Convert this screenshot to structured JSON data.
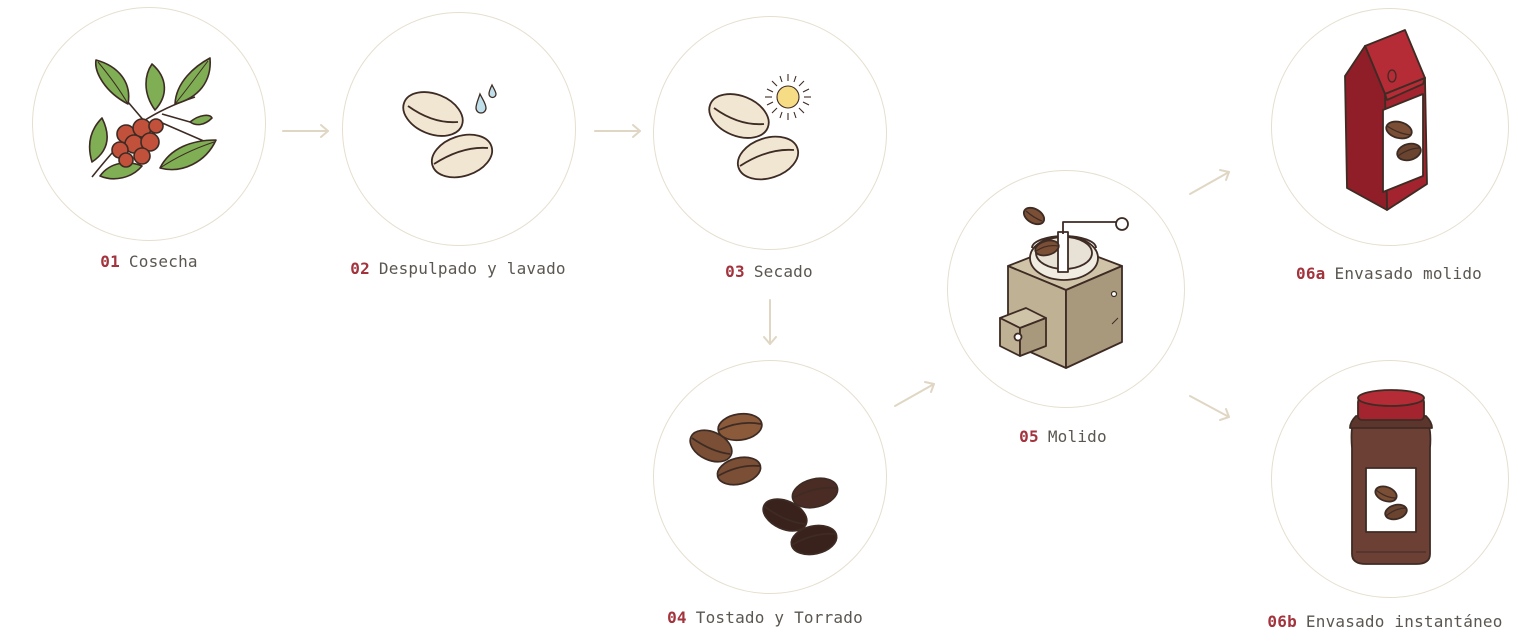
{
  "steps": [
    {
      "id": "01",
      "name": "Cosecha",
      "icon": "coffee-plant-icon"
    },
    {
      "id": "02",
      "name": "Despulpado y lavado",
      "icon": "washed-beans-icon"
    },
    {
      "id": "03",
      "name": "Secado",
      "icon": "drying-beans-sun-icon"
    },
    {
      "id": "04",
      "name": "Tostado y Torrado",
      "icon": "roasted-beans-icon"
    },
    {
      "id": "05",
      "name": "Molido",
      "icon": "coffee-grinder-icon"
    },
    {
      "id": "06a",
      "name": "Envasado molido",
      "icon": "coffee-bag-icon"
    },
    {
      "id": "06b",
      "name": "Envasado instantáneo",
      "icon": "coffee-jar-icon"
    }
  ],
  "colors": {
    "accent": "#a3333c",
    "text": "#5b5650",
    "circle_border": "#e6dfcf",
    "arrow": "#e0d6c4",
    "leaf": "#78a84e",
    "berry": "#c2513c",
    "bean_light": "#f1e6d2",
    "bean_dark": "#4a2c24",
    "sun": "#f7dc86",
    "water": "#bfe0ea",
    "grinder": "#bfb193",
    "package_red": "#a3242f",
    "jar_brown": "#6d4035"
  }
}
